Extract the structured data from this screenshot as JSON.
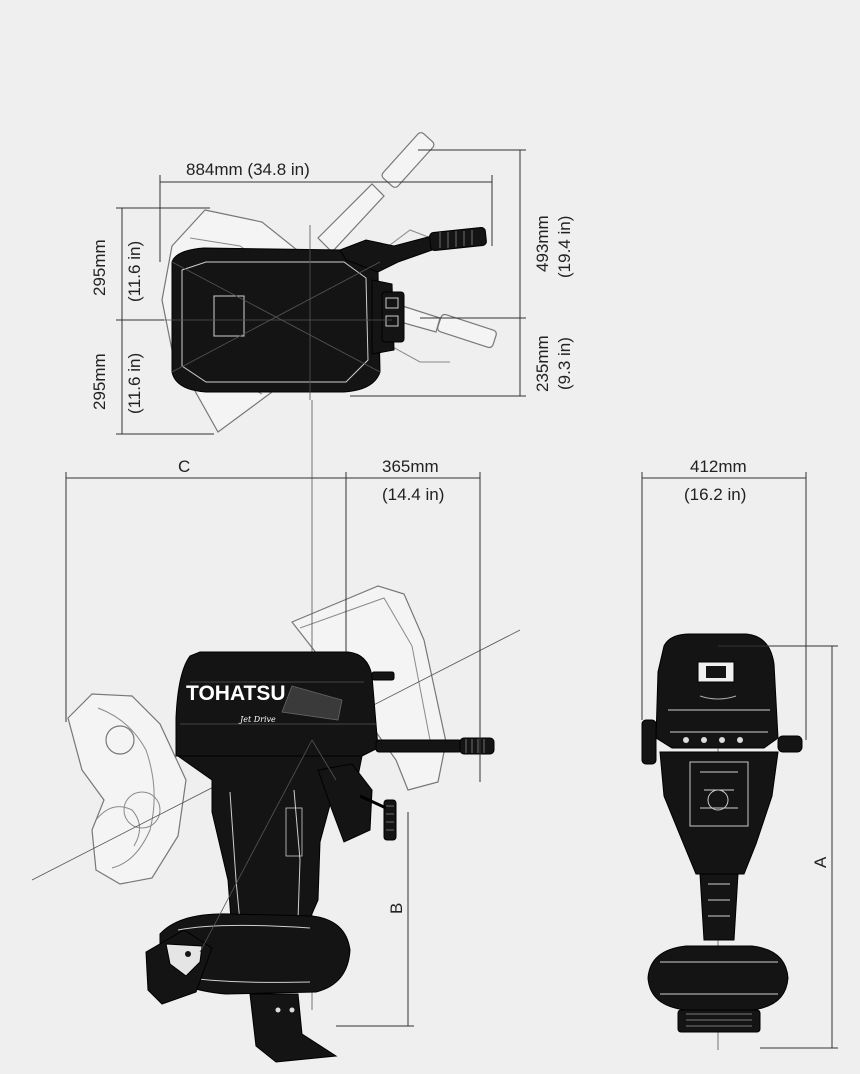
{
  "labels": {
    "top_width_mm": "884mm (34.8 in)",
    "top_left_upper_mm": "295mm",
    "top_left_upper_in": "(11.6 in)",
    "top_left_lower_mm": "295mm",
    "top_left_lower_in": "(11.6 in)",
    "top_right_upper_mm": "493mm",
    "top_right_upper_in": "(19.4 in)",
    "top_right_lower_mm": "235mm",
    "top_right_lower_in": "(9.3 in)",
    "side_c": "C",
    "side_transom_mm": "365mm",
    "side_transom_in": "(14.4 in)",
    "side_b": "B",
    "front_width_mm": "412mm",
    "front_width_in": "(16.2 in)",
    "front_a": "A"
  },
  "brand": {
    "name": "TOHATSU",
    "sub": "Jet Drive"
  },
  "colors": {
    "engine": "#141414",
    "ghost": "#f4f4f4",
    "background": "#efefef"
  }
}
